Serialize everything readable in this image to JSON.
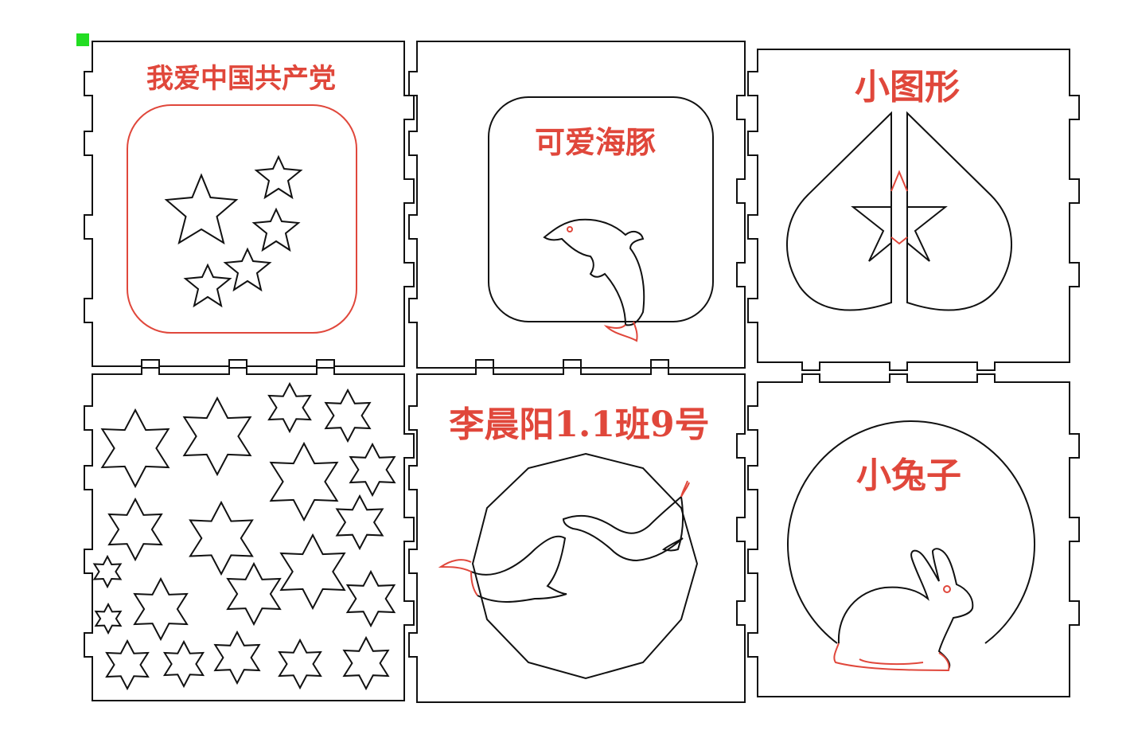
{
  "colors": {
    "cut_line": "#111111",
    "engrave_line": "#e0473b",
    "origin_marker": "#22dd22",
    "background": "#ffffff"
  },
  "origin_marker_icon": "green-square-origin-marker",
  "panels": [
    {
      "id": "panel-1",
      "label": "我爱中国共产党",
      "motif": "five-stars-icon"
    },
    {
      "id": "panel-2",
      "label": "可爱海豚",
      "motif": "dolphin-icon"
    },
    {
      "id": "panel-3",
      "label": "小图形",
      "motif": "split-heart-star-icon"
    },
    {
      "id": "panel-4",
      "label": "",
      "motif": "star-field-icon"
    },
    {
      "id": "panel-5",
      "label": "李晨阳1.1班9号",
      "motif": "geese-over-moon-icon"
    },
    {
      "id": "panel-6",
      "label": "小兔子",
      "motif": "rabbit-moon-icon"
    }
  ]
}
